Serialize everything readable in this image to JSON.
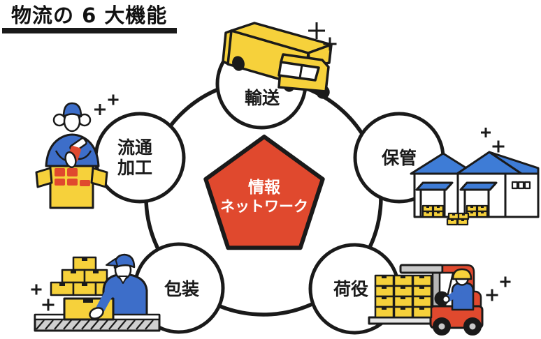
{
  "page": {
    "title": "物流の 6 大機能",
    "background": "#FFFFFF"
  },
  "center_pentagon": {
    "label_line1": "情報",
    "label_line2": "ネットワーク",
    "fill_color": "#E0492E",
    "text_color": "#FFFFFF"
  },
  "nodes": [
    {
      "id": "transport",
      "label": "輸送",
      "icon": "box-truck-icon"
    },
    {
      "id": "storage",
      "label": "保管",
      "icon": "warehouse-icon"
    },
    {
      "id": "cargo-handling",
      "label": "荷役",
      "icon": "forklift-icon"
    },
    {
      "id": "packaging",
      "label": "包装",
      "icon": "conveyor-worker-icon"
    },
    {
      "id": "distribution-processing",
      "label_line1": "流通",
      "label_line2": "加工",
      "icon": "packing-worker-icon"
    }
  ],
  "palette": {
    "outline": "#1A1A1A",
    "yellow": "#F6D13B",
    "blue": "#3D6EC9",
    "roof_blue": "#3E7CD6",
    "red": "#E0492E",
    "gray": "#C9C9C9",
    "white": "#FFFFFF"
  },
  "decorations": {
    "plus_mark_count": 10
  }
}
